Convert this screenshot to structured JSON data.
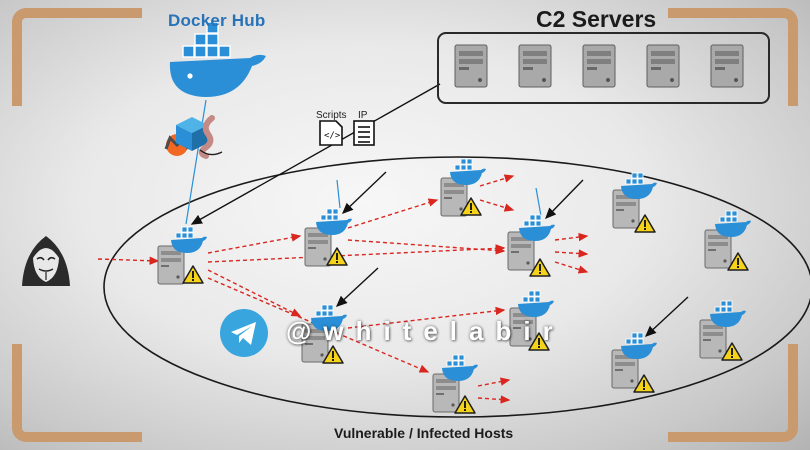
{
  "header": {
    "docker_hub_label": "Docker Hub",
    "c2_servers_label": "C2 Servers"
  },
  "payload": {
    "scripts_label": "Scripts",
    "ip_label": "IP"
  },
  "footer": {
    "hosts_label": "Vulnerable / Infected Hosts"
  },
  "watermark": {
    "handle": "@whitelabir"
  },
  "colors": {
    "docker_blue": "#2a8fd6",
    "arrow_red": "#d9261f",
    "warning_yellow": "#f5d31b",
    "frame_tan": "#c89a6e",
    "telegram_blue": "#38a5de"
  },
  "icons": {
    "registry": "docker-whale-icon",
    "attacker": "hacker-mask-icon",
    "miner": "monero-icon",
    "malware": "worm-icon",
    "server": "server-tower-icon",
    "warning": "warning-triangle-icon",
    "telegram": "telegram-icon"
  }
}
